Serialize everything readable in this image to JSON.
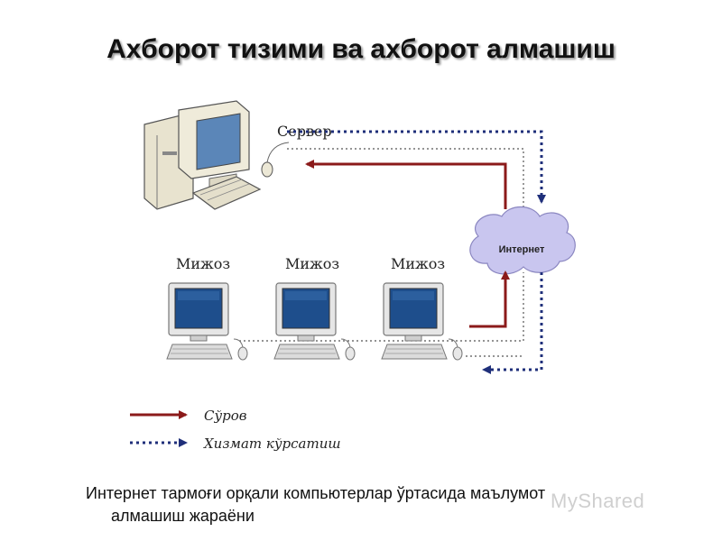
{
  "title": "Ахборот тизими ва ахборот алмашиш",
  "server_label": "Сервер",
  "internet_label": "Интернет",
  "clients": [
    {
      "label": "Мижоз"
    },
    {
      "label": "Мижоз"
    },
    {
      "label": "Мижоз"
    }
  ],
  "legend": {
    "request_label": "Сўров",
    "service_label": "Хизмат кўрсатиш"
  },
  "caption": {
    "line1": "Интернет тармоғи орқали компьютерлар ўртасида маълумот",
    "line2": "алмашиш жараёни"
  },
  "watermark": "MyShared",
  "colors": {
    "request_arrow": "#8b1a1a",
    "service_arrow": "#1f2f7a",
    "cloud": "#c9c6ef",
    "screen": "#1e4e8c"
  }
}
